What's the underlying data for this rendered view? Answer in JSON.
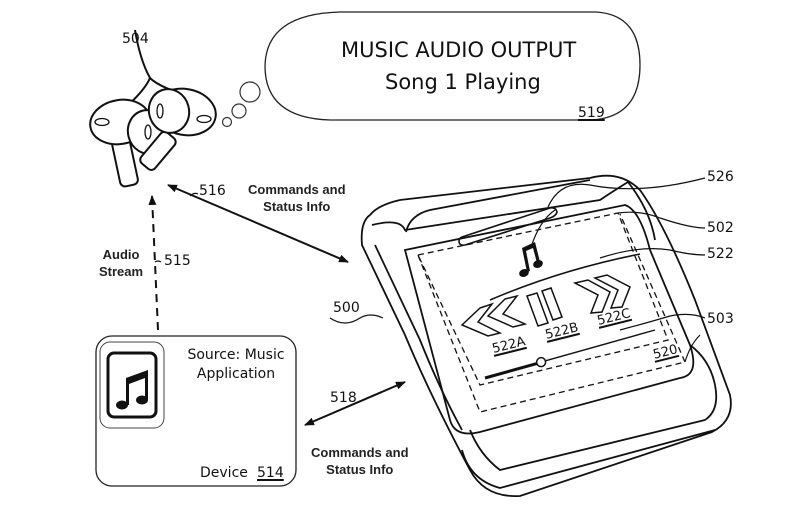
{
  "figure": {
    "thought_bubble": {
      "title": "MUSIC AUDIO OUTPUT",
      "subtitle": "Song 1 Playing",
      "ref": "519"
    },
    "earbuds": {
      "ref": "504"
    },
    "device": {
      "source_line1": "Source: Music",
      "source_line2": "Application",
      "label": "Device",
      "ref": "514",
      "icon": "music-note-icon"
    },
    "links": {
      "audio_stream": {
        "line1": "Audio",
        "line2": "Stream",
        "ref": "515"
      },
      "earbud_case_link": {
        "line1": "Commands and",
        "line2": "Status Info",
        "ref": "516"
      },
      "device_case_link": {
        "line1": "Commands and",
        "line2": "Status Info",
        "ref": "518"
      }
    },
    "case": {
      "ref": "500",
      "display_ref": "502",
      "controls_ref": "522",
      "prev_ref": "522A",
      "pause_ref": "522B",
      "next_ref": "522C",
      "scrubber_ref": "503",
      "screen_ref": "520",
      "speaker_ref": "526",
      "playback_progress": 0.33
    }
  }
}
